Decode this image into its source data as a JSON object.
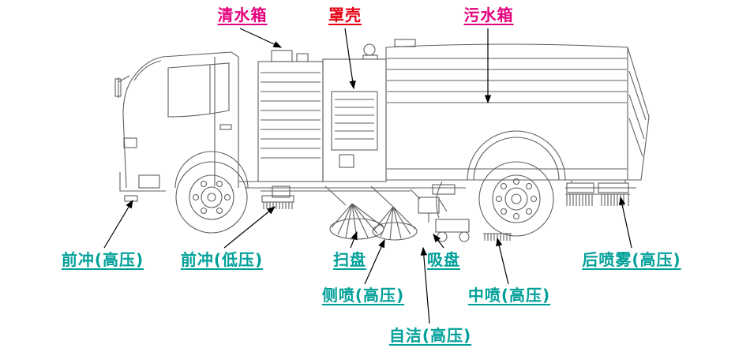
{
  "diagram": {
    "subject": "sweeper-truck-side-view",
    "colors": {
      "top_label_magenta": "#e5007d",
      "top_label_red": "#e60012",
      "bottom_label_teal": "#00a099",
      "line_art": "#5f5f5f",
      "arrow": "#000000",
      "background": "#ffffff"
    }
  },
  "labels": {
    "clean_water_tank": {
      "text": "清水箱"
    },
    "cover_shell": {
      "text": "罩壳"
    },
    "sewage_tank": {
      "text": "污水箱"
    },
    "front_flush_high": {
      "text": "前冲(高压)"
    },
    "front_flush_low": {
      "text": "前冲(低压)"
    },
    "sweep_disc": {
      "text": "扫盘"
    },
    "suction_plate": {
      "text": "吸盘"
    },
    "rear_spray_high": {
      "text": "后喷雾(高压)"
    },
    "side_spray_high": {
      "text": "侧喷(高压)"
    },
    "mid_spray_high": {
      "text": "中喷(高压)"
    },
    "self_clean_high": {
      "text": "自洁(高压)"
    }
  }
}
